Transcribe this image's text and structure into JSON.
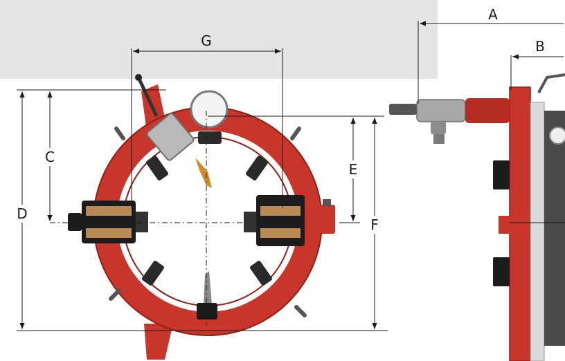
{
  "labels": {
    "a": "A",
    "b": "B",
    "c": "C",
    "d": "D",
    "e": "E",
    "f": "F",
    "g": "G"
  },
  "colors": {
    "frame_red": "#c8352b",
    "frame_red_dark": "#8f1f18",
    "inner_ring": "#ffffff",
    "steel": "#6e6e6e",
    "steel_light": "#b9b9b9",
    "black_part": "#1c1c1c",
    "dim_line": "#1a1a1a",
    "panel_gray": "#e4e4e4"
  }
}
